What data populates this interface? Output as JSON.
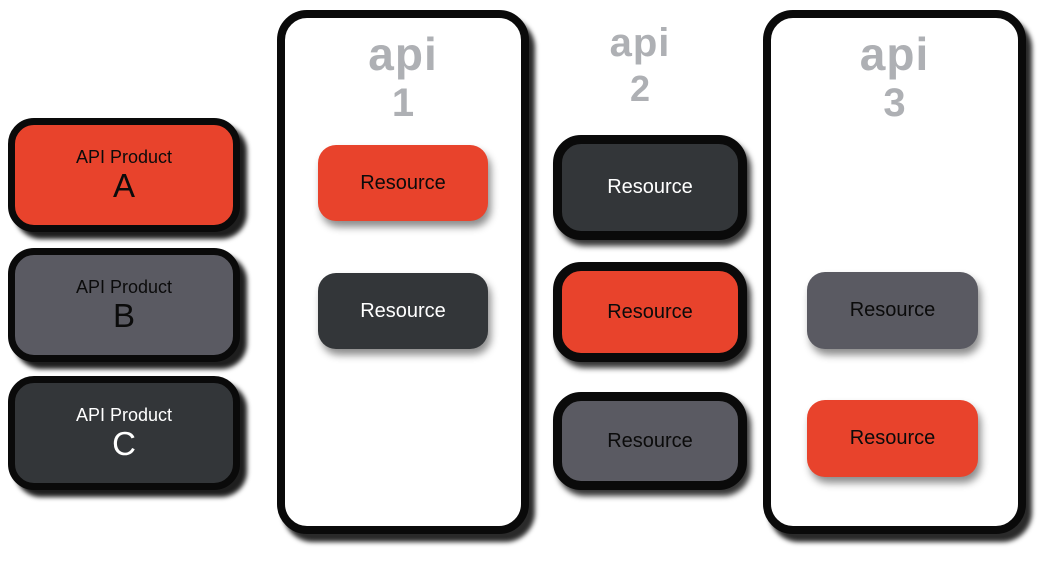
{
  "colors": {
    "red": "#E8432C",
    "dark": "#333639",
    "gray": "#5A5A62",
    "labelGray": "#AEB0B4",
    "outline": "#0A0A0A"
  },
  "products": [
    {
      "line1": "API Product",
      "line2": "A",
      "variant": "red"
    },
    {
      "line1": "API Product",
      "line2": "B",
      "variant": "gray"
    },
    {
      "line1": "API Product",
      "line2": "C",
      "variant": "dark"
    }
  ],
  "apis": [
    {
      "name": "api",
      "number": "1",
      "has_container": true,
      "resources": [
        {
          "label": "Resource",
          "variant": "red"
        },
        {
          "label": "Resource",
          "variant": "dark"
        }
      ]
    },
    {
      "name": "api",
      "number": "2",
      "has_container": false,
      "resources": [
        {
          "label": "Resource",
          "variant": "dark"
        },
        {
          "label": "Resource",
          "variant": "red"
        },
        {
          "label": "Resource",
          "variant": "gray"
        }
      ]
    },
    {
      "name": "api",
      "number": "3",
      "has_container": true,
      "resources": [
        {
          "label": "Resource",
          "variant": "gray"
        },
        {
          "label": "Resource",
          "variant": "red"
        }
      ]
    }
  ]
}
